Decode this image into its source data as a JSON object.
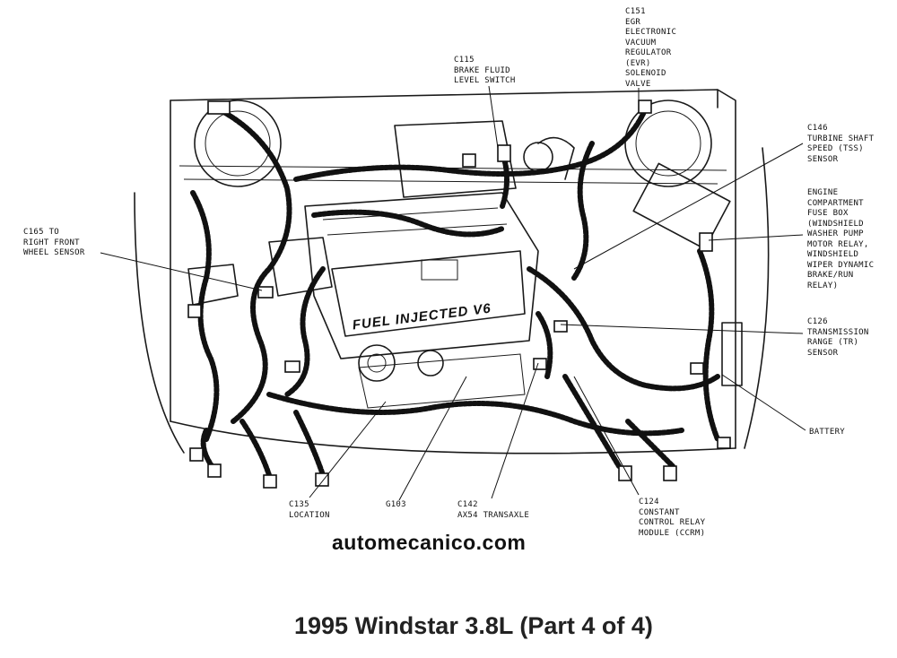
{
  "title": "1995 Windstar 3.8L (Part 4 of 4)",
  "watermark": "automecanico.com",
  "engine_text": "FUEL INJECTED V6",
  "callouts": {
    "c151": "C151\nEGR\nELECTRONIC\nVACUUM\nREGULATOR\n(EVR)\nSOLENOID\nVALVE",
    "c115": "C115\nBRAKE FLUID\nLEVEL SWITCH",
    "c146": "C146\nTURBINE SHAFT\nSPEED (TSS)\nSENSOR",
    "fuse_box": "ENGINE\nCOMPARTMENT\nFUSE BOX\n(WINDSHIELD\nWASHER PUMP\nMOTOR RELAY,\nWINDSHIELD\nWIPER DYNAMIC\nBRAKE/RUN\nRELAY)",
    "c165": "C165 TO\nRIGHT FRONT\nWHEEL SENSOR",
    "c126": "C126\nTRANSMISSION\nRANGE (TR)\nSENSOR",
    "battery": "BATTERY",
    "c135": "C135\nLOCATION",
    "g103": "G103",
    "c142": "C142\nAX54 TRANSAXLE",
    "c124": "C124\nCONSTANT\nCONTROL RELAY\nMODULE (CCRM)"
  }
}
